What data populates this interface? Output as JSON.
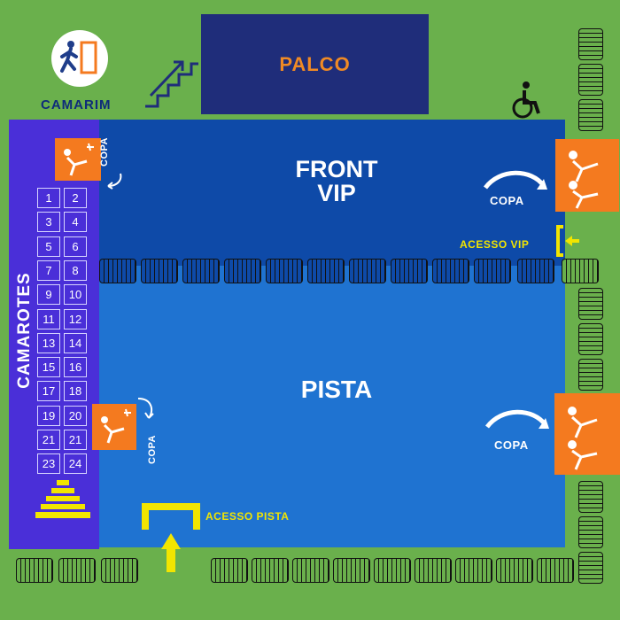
{
  "stage": {
    "label": "PALCO"
  },
  "camarim": {
    "label": "CAMARIM"
  },
  "front_vip": {
    "line1": "FRONT",
    "line2": "VIP"
  },
  "pista": {
    "label": "PISTA"
  },
  "camarotes": {
    "label": "CAMAROTES",
    "boxes": [
      "1",
      "2",
      "3",
      "4",
      "5",
      "6",
      "7",
      "8",
      "9",
      "10",
      "11",
      "12",
      "13",
      "14",
      "15",
      "16",
      "17",
      "18",
      "19",
      "20",
      "21",
      "21",
      "23",
      "24"
    ]
  },
  "copa": {
    "top_left": "COPA",
    "top_right": "COPA",
    "mid_left": "COPA",
    "mid_right": "COPA"
  },
  "access": {
    "vip": "ACESSO VIP",
    "pista": "ACESSO PISTA"
  },
  "colors": {
    "grass": "#6ab04c",
    "vip": "#0e4aa8",
    "pista": "#1f73d1",
    "camarotes": "#4a2fd8",
    "stage": "#1f2d7a",
    "accent": "#f47a1f",
    "access": "#f2e500"
  },
  "icons": [
    "exit-door-icon",
    "stairs-icon",
    "wheelchair-icon",
    "bar-staff-icon",
    "curved-arrow-icon",
    "entry-arrow-icon"
  ]
}
